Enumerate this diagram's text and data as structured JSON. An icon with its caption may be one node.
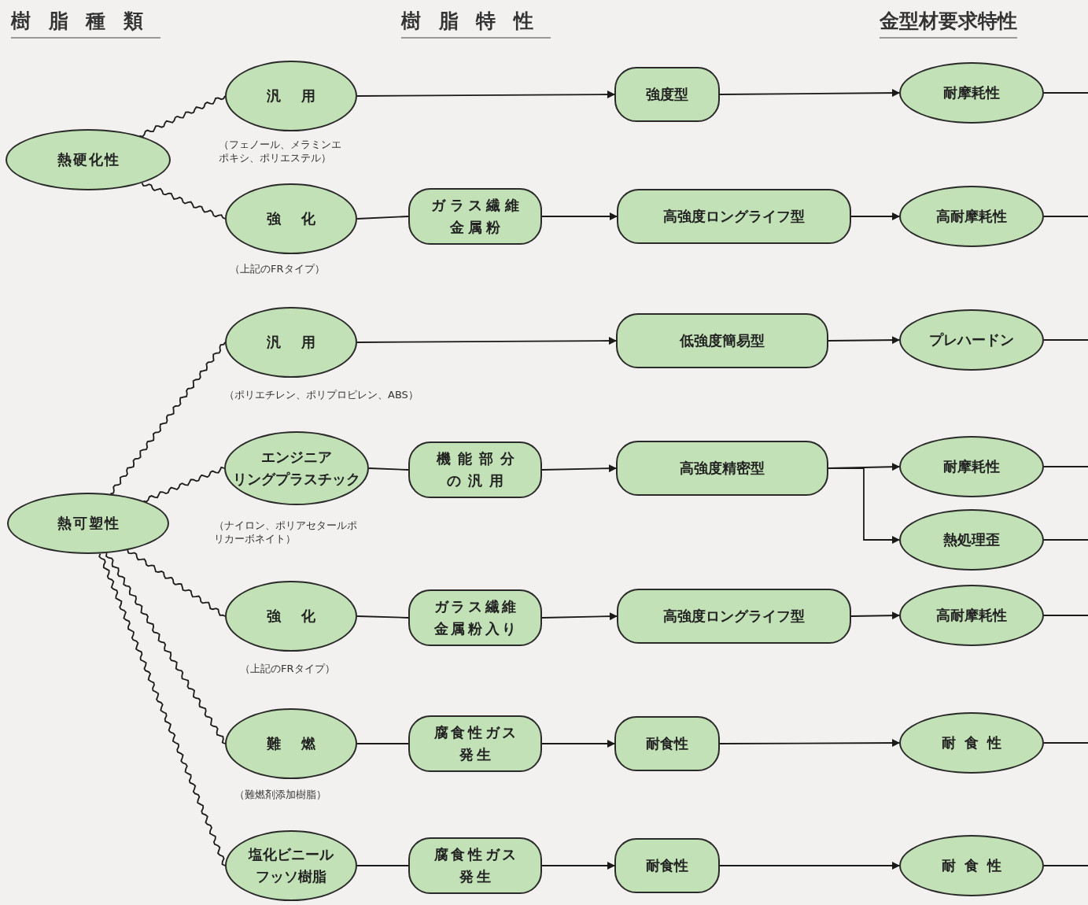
{
  "diagram": {
    "nodes": [
      {
        "text": [
          "熱硬化性"
        ]
      },
      {
        "text": [
          "汎用"
        ],
        "beside": [
          "（フェノール、メラミンエポキシ、ポリエステル）"
        ]
      },
      {
        "text": [
          "強化"
        ],
        "beside": [
          "（上記のFRタイプ）"
        ]
      },
      {
        "text": [
          "ガラス繊維",
          "金属粉"
        ]
      },
      {
        "text": [
          "強度型"
        ]
      },
      {
        "text": [
          "耐摩耗性"
        ]
      },
      {
        "text": [
          "高強度ロングライフ型"
        ]
      },
      {
        "text": [
          "高耐摩耗性"
        ]
      },
      {
        "text": [
          "熱可塑性"
        ]
      },
      {
        "text": [
          "汎用"
        ],
        "beside": [
          "（ポリエチレン、ポリプロピレン、ABS）"
        ]
      },
      {
        "text": [
          "低強度簡易型"
        ]
      },
      {
        "text": [
          "プレハードン"
        ]
      },
      {
        "text": [
          "エンジニア",
          "リングプラスチック"
        ],
        "beside": [
          "（ナイロン、ポリアセタールポリカーボネイト）"
        ]
      },
      {
        "text": [
          "機能部分",
          "の汎用"
        ]
      },
      {
        "text": [
          "高強度精密型"
        ]
      },
      {
        "text": [
          "耐摩耗性"
        ]
      },
      {
        "text": [
          "熱処理歪"
        ]
      },
      {
        "text": [
          "強化"
        ],
        "beside": [
          "（上記のFRタイプ）"
        ]
      },
      {
        "text": [
          "ガラス繊維",
          "金属粉入り"
        ]
      },
      {
        "text": [
          "高強度ロングライフ型"
        ]
      },
      {
        "text": [
          "高耐摩耗性"
        ]
      },
      {
        "text": [
          "難燃"
        ],
        "beside": [
          "（難燃剤添加樹脂）"
        ]
      },
      {
        "text": [
          "腐食性ガス",
          "発生"
        ]
      },
      {
        "text": [
          "耐食性"
        ]
      },
      {
        "text": [
          "耐食性"
        ]
      },
      {
        "text": [
          "塩化ビニール",
          "フッソ樹脂"
        ]
      },
      {
        "text": [
          "腐食性ガス",
          "発生"
        ]
      },
      {
        "text": [
          "耐食性"
        ]
      },
      {
        "text": [
          "耐食性"
        ]
      }
    ],
    "edges": [
      {
        "from": 0,
        "to": 1,
        "arrow": "none"
      },
      {
        "from": 0,
        "to": 2,
        "arrow": "none"
      },
      {
        "from": 1,
        "to": 4,
        "arrow": "to"
      },
      {
        "from": 4,
        "to": 5,
        "arrow": "to"
      },
      {
        "from": 5,
        "to": null,
        "arrow": "none"
      },
      {
        "from": 2,
        "to": 3,
        "arrow": "none"
      },
      {
        "from": 3,
        "to": 6,
        "arrow": "to"
      },
      {
        "from": 6,
        "to": 7,
        "arrow": "to"
      },
      {
        "from": 7,
        "to": null,
        "arrow": "none"
      },
      {
        "from": 8,
        "to": 9,
        "arrow": "none"
      },
      {
        "from": 8,
        "to": 12,
        "arrow": "none"
      },
      {
        "from": 8,
        "to": 17,
        "arrow": "none"
      },
      {
        "from": 8,
        "to": 21,
        "arrow": "none"
      },
      {
        "from": 8,
        "to": 25,
        "arrow": "none"
      },
      {
        "from": 9,
        "to": 10,
        "arrow": "to"
      },
      {
        "from": 10,
        "to": 11,
        "arrow": "to"
      },
      {
        "from": 11,
        "to": null,
        "arrow": "none"
      },
      {
        "from": 12,
        "to": 13,
        "arrow": "none"
      },
      {
        "from": 13,
        "to": 14,
        "arrow": "to"
      },
      {
        "from": 14,
        "to": 15,
        "arrow": "to"
      },
      {
        "from": 14,
        "to": 16,
        "arrow": "to"
      },
      {
        "from": 15,
        "to": null,
        "arrow": "none"
      },
      {
        "from": 16,
        "to": null,
        "arrow": "none"
      },
      {
        "from": 17,
        "to": 18,
        "arrow": "none"
      },
      {
        "from": 18,
        "to": 19,
        "arrow": "to"
      },
      {
        "from": 19,
        "to": 20,
        "arrow": "to"
      },
      {
        "from": 20,
        "to": null,
        "arrow": "none"
      },
      {
        "from": 21,
        "to": 22,
        "arrow": "none"
      },
      {
        "from": 22,
        "to": 23,
        "arrow": "to"
      },
      {
        "from": 23,
        "to": 24,
        "arrow": "to"
      },
      {
        "from": 24,
        "to": null,
        "arrow": "none"
      },
      {
        "from": 25,
        "to": 26,
        "arrow": "none"
      },
      {
        "from": 26,
        "to": 27,
        "arrow": "to"
      },
      {
        "from": 27,
        "to": 28,
        "arrow": "to"
      },
      {
        "from": 28,
        "to": null,
        "arrow": "none"
      }
    ],
    "labels": [
      "樹脂種類",
      "樹脂特性",
      "金型材要求特性"
    ]
  }
}
